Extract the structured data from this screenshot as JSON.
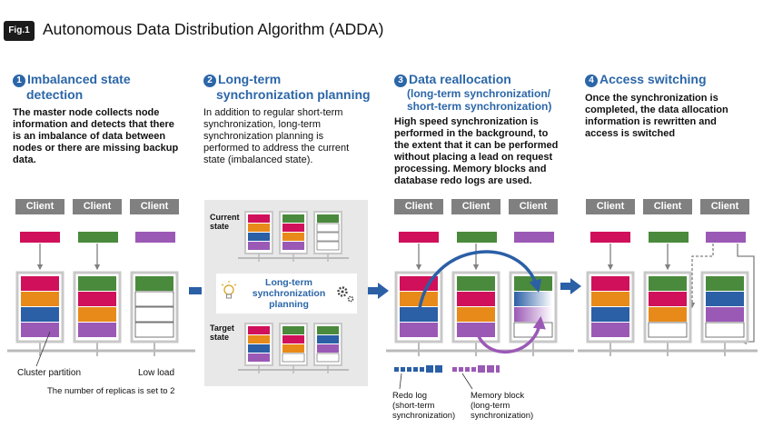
{
  "header": {
    "badge": "Fig.1",
    "title": "Autonomous Data Distribution Algorithm (ADDA)"
  },
  "sections": [
    {
      "num": "1",
      "title_line1": "Imbalanced state",
      "title_line2": "detection",
      "desc": [
        "The master node collects node",
        "information and detects that there",
        "is an imbalance of data between",
        "nodes or there are missing backup",
        "data."
      ]
    },
    {
      "num": "2",
      "title_line1": "Long-term",
      "title_line2": "synchronization planning",
      "desc": [
        "In addition to regular short-term",
        "synchronization, long-term",
        "synchronization planning is",
        "performed to address the current",
        "state (imbalanced state)."
      ]
    },
    {
      "num": "3",
      "title_line1": "Data reallocation",
      "sub_line1": "(long-term synchronization/",
      "sub_line2": "short-term synchronization)",
      "desc": [
        "High speed synchronization is",
        "performed in the background, to",
        "the extent that it can be performed",
        "without placing a lead on request",
        "processing. Memory blocks and",
        "database redo logs are used."
      ]
    },
    {
      "num": "4",
      "title_line1": "Access switching",
      "desc": [
        "Once the synchronization is",
        "completed, the data allocation",
        "information is rewritten and",
        "access is switched"
      ]
    }
  ],
  "client_label": "Client",
  "labels": {
    "cluster_partition": "Cluster partition",
    "low_load": "Low load",
    "replicas": "The number of replicas is set to 2",
    "current_state_1": "Current",
    "current_state_2": "state",
    "target_state_1": "Target",
    "target_state_2": "state",
    "plan_1": "Long-term",
    "plan_2": "synchronization",
    "plan_3": "planning",
    "redo_1": "Redo log",
    "redo_2": "(short-term",
    "redo_3": "synchronization)",
    "mem_1": "Memory block",
    "mem_2": "(long-term",
    "mem_3": "synchronization)"
  },
  "colors": {
    "accent": "#2b66a8",
    "red": "#d0105a",
    "orange": "#e88a1a",
    "blue": "#2b5fa6",
    "purple": "#9b59b6",
    "green": "#4a8a3c",
    "gray": "#808080"
  }
}
